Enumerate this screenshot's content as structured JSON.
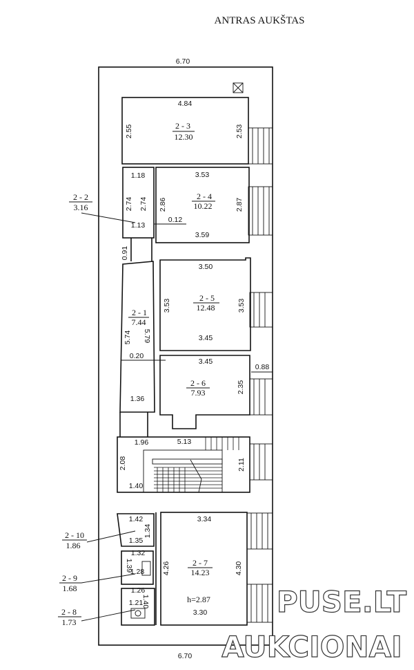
{
  "title": "ANTRAS AUKŠTAS",
  "outer": {
    "width_top": "6.70",
    "width_bottom": "6.70"
  },
  "rooms": {
    "r23": {
      "id": "2 - 3",
      "area": "12.30",
      "top": "4.84",
      "left": "2.55",
      "right": "2.53"
    },
    "r24": {
      "id": "2 - 4",
      "area": "10.22",
      "top": "3.53",
      "bottom": "3.59",
      "left": "2.86",
      "right": "2.87",
      "gap": "0.12"
    },
    "r22": {
      "top": "1.18",
      "left": "2.74",
      "right": "2.74",
      "bottom": "1.13"
    },
    "r25": {
      "id": "2 - 5",
      "area": "12.48",
      "top": "3.50",
      "bottom": "3.45",
      "left": "3.53",
      "right": "3.53"
    },
    "r21": {
      "id": "2 - 1",
      "area": "7.44",
      "left": "5.74",
      "right": "5.79",
      "bottom": "1.36",
      "door": "0.20",
      "gap_top": "0.91"
    },
    "r26": {
      "id": "2 - 6",
      "area": "7.93",
      "top": "3.45",
      "right": "2.35",
      "side": "0.88"
    },
    "stair": {
      "top_left": "1.96",
      "top": "5.13",
      "left": "2.08",
      "right": "2.11",
      "bottom": "1.40"
    },
    "r210": {
      "top": "1.42",
      "right": "1.34",
      "bottom": "1.35"
    },
    "r27": {
      "id": "2 - 7",
      "area": "14.23",
      "top": "3.34",
      "left": "4.26",
      "right": "4.30",
      "height": "h=2.87",
      "bottom": "3.30"
    },
    "r29": {
      "top": "1.32",
      "left": "1.39",
      "mid": "1.28",
      "bottom": "1.26"
    },
    "r28": {
      "top": "1.21",
      "right": "1.40"
    }
  },
  "callouts": [
    {
      "id": "2 - 2",
      "area": "3.16"
    },
    {
      "id": "2 - 10",
      "area": "1.86"
    },
    {
      "id": "2 - 9",
      "area": "1.68"
    },
    {
      "id": "2 - 8",
      "area": "1.73"
    }
  ],
  "watermark": {
    "line1": "PUSE.LT",
    "line2": "AUKCIONAI"
  }
}
